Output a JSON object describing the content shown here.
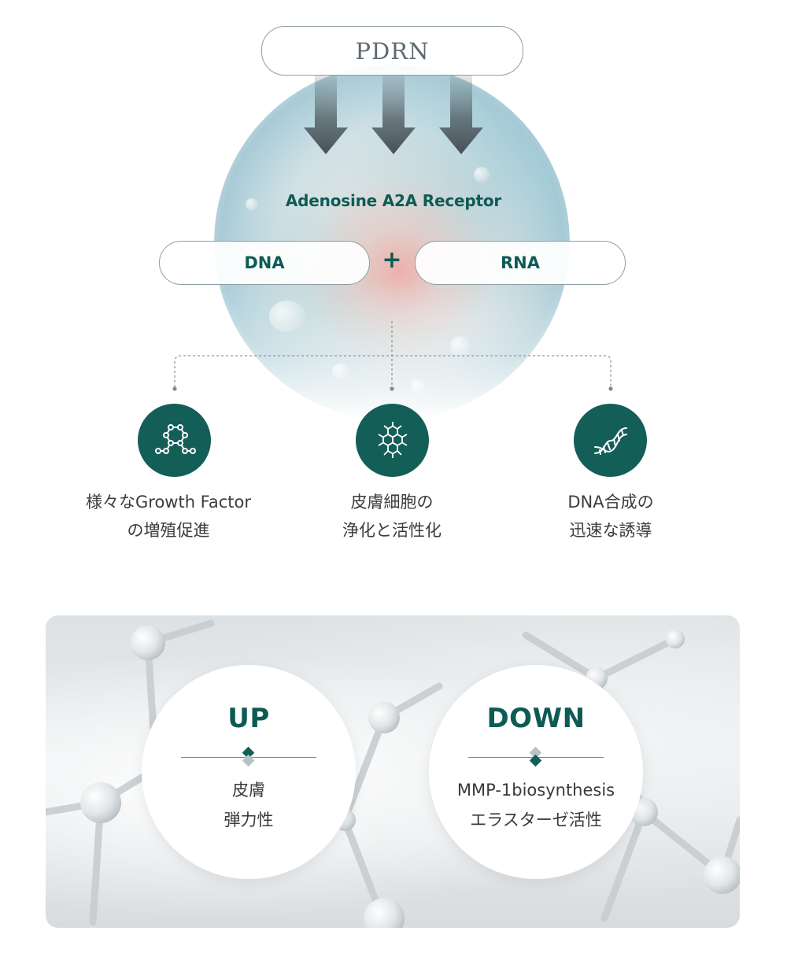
{
  "top": {
    "pdrn_label": "PDRN",
    "receptor_label": "Adenosine A2A Receptor",
    "dna_label": "DNA",
    "plus_symbol": "+",
    "rna_label": "RNA"
  },
  "benefits": [
    {
      "line1": "様々なGrowth Factor",
      "line2": "の増殖促進",
      "icon": "molecule-network-icon"
    },
    {
      "line1": "皮膚細胞の",
      "line2": "浄化と活性化",
      "icon": "hexagon-cluster-icon"
    },
    {
      "line1": "DNA合成の",
      "line2": "迅速な誘導",
      "icon": "dna-helix-icon"
    }
  ],
  "bottom": {
    "up": {
      "title": "UP",
      "line1": "皮膚",
      "line2": "弾力性"
    },
    "down": {
      "title": "DOWN",
      "line1": "MMP-1biosynthesis",
      "line2": "エラスターゼ活性"
    }
  },
  "colors": {
    "accent": "#0e5b55",
    "icon_bg": "#145e58",
    "text": "#3a3a3a",
    "pill_border": "#8f9da3"
  }
}
